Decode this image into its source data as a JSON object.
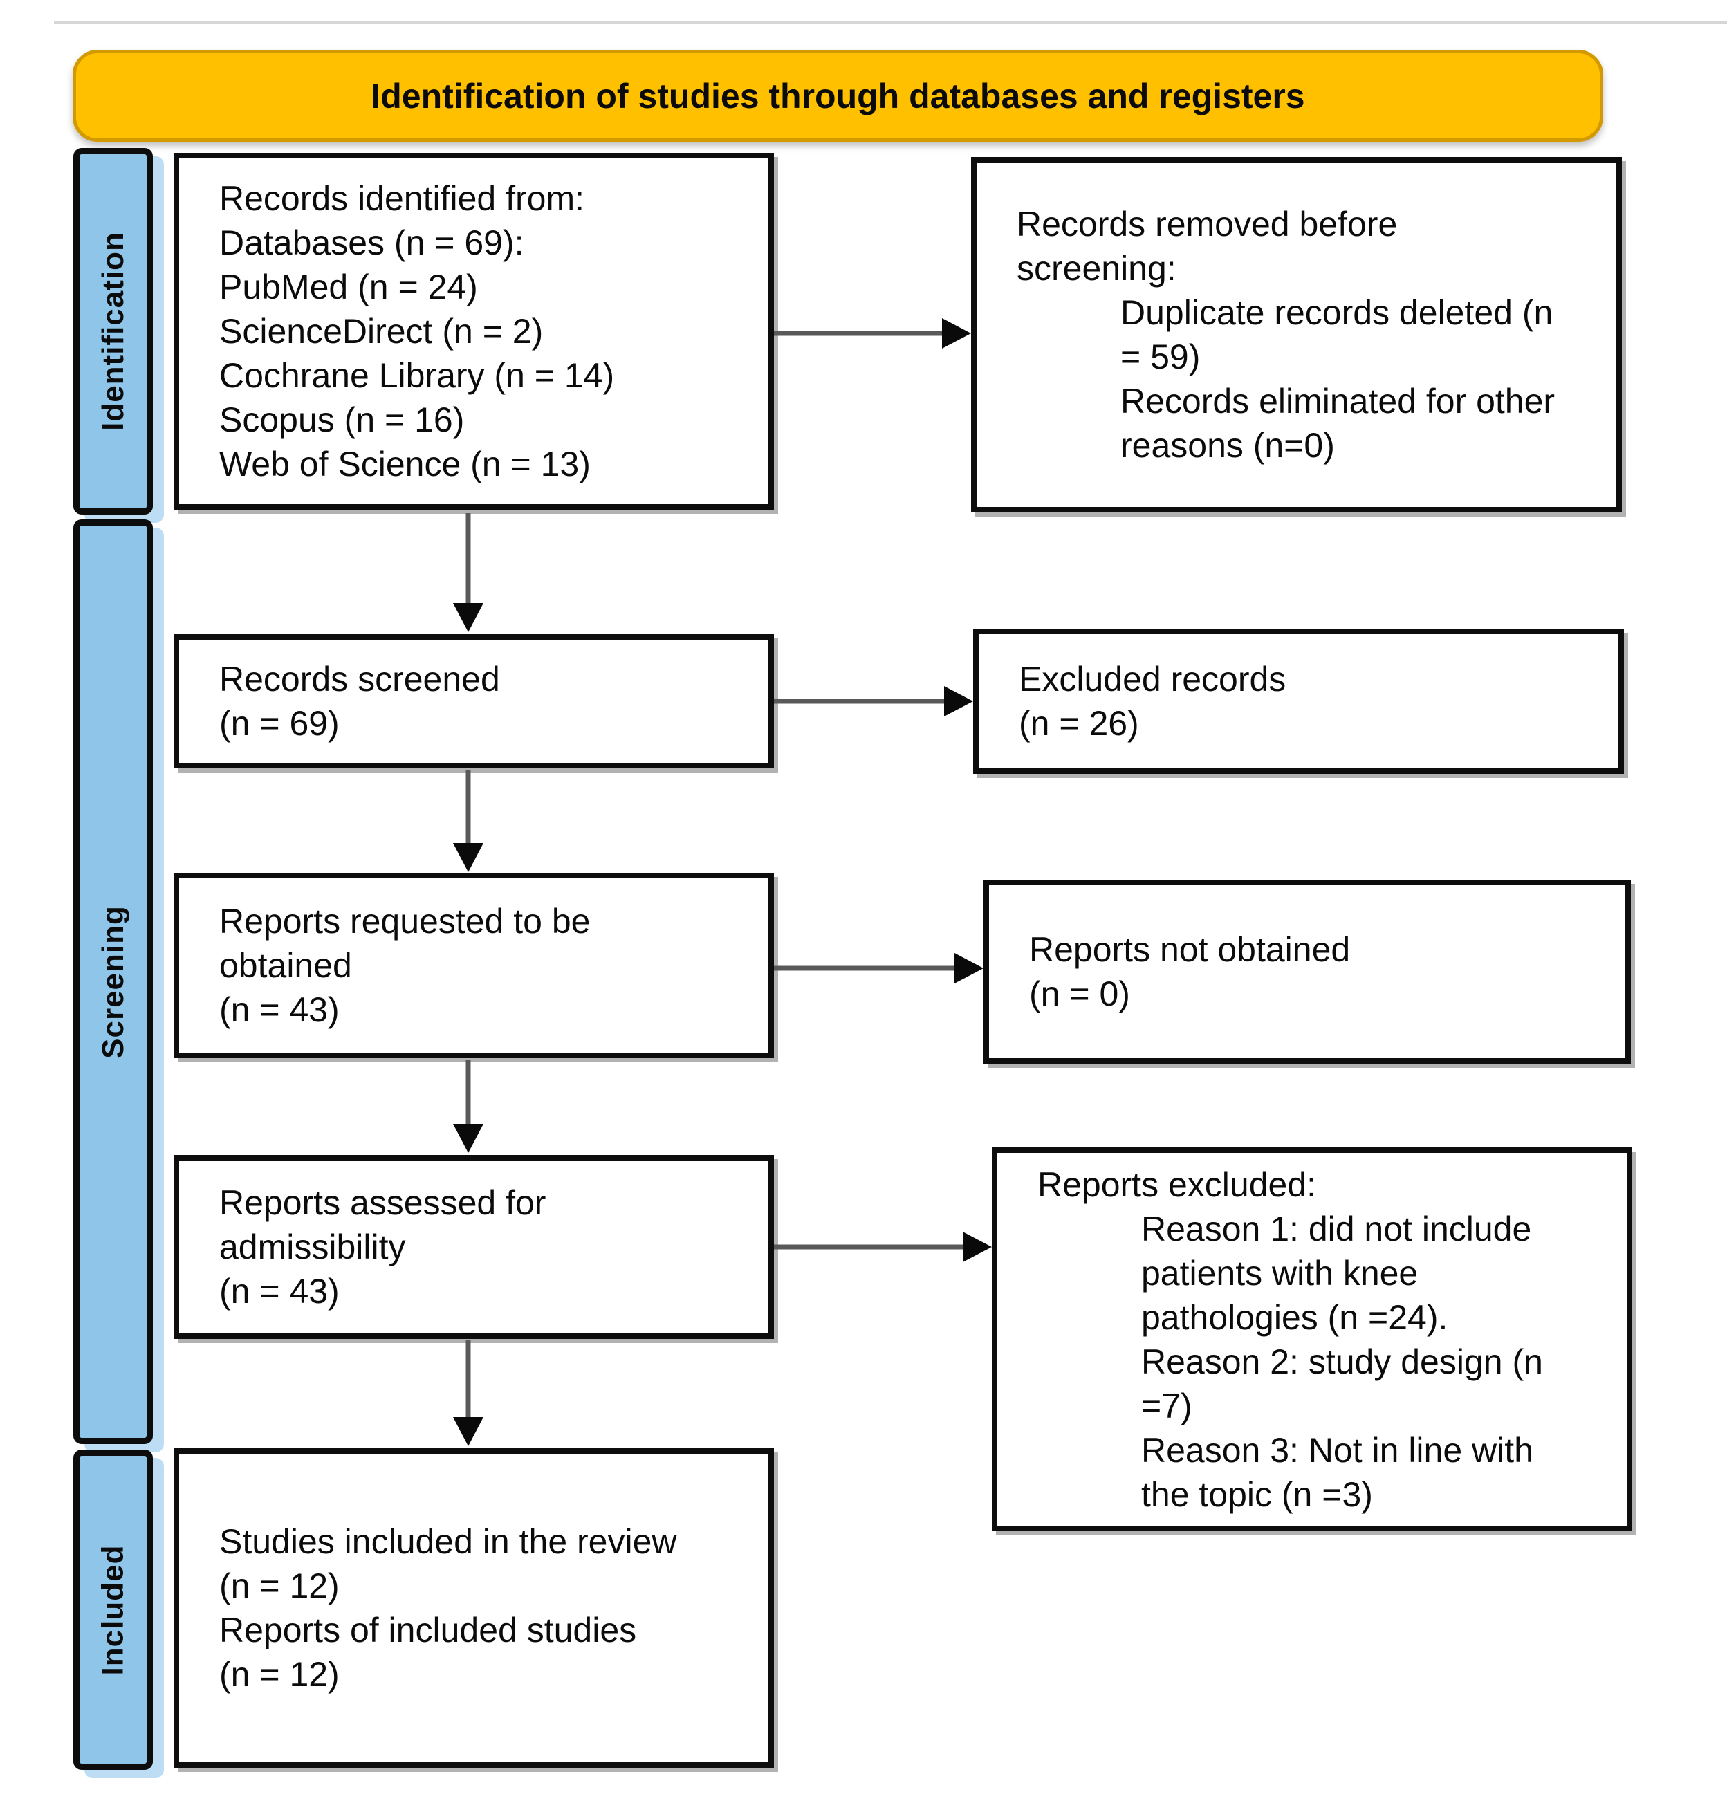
{
  "banner": {
    "title": "Identification of studies through databases and registers"
  },
  "sidebar": {
    "labels": [
      "Identification",
      "Screening",
      "Included"
    ]
  },
  "flow": {
    "identified": {
      "lines": [
        "Records identified from:",
        "Databases (n = 69):",
        "PubMed (n = 24)",
        "ScienceDirect (n = 2)",
        "Cochrane Library (n = 14)",
        "Scopus (n = 16)",
        "Web of Science (n = 13)"
      ]
    },
    "removed_before_screening": {
      "lines": [
        "Records removed before",
        "screening:",
        "Duplicate records deleted (n",
        "= 59)",
        "Records eliminated for other",
        "reasons (n=0)"
      ]
    },
    "screened": {
      "lines": [
        "Records screened",
        "(n = 69)"
      ]
    },
    "excluded_records": {
      "lines": [
        "Excluded records",
        "(n = 26)"
      ]
    },
    "reports_requested": {
      "lines": [
        "Reports requested to be",
        "obtained",
        "(n = 43)"
      ]
    },
    "reports_not_obtained": {
      "lines": [
        "Reports not obtained",
        "(n = 0)"
      ]
    },
    "reports_assessed": {
      "lines": [
        "Reports assessed for",
        "admissibility",
        "(n = 43)"
      ]
    },
    "reports_excluded": {
      "lines": [
        "Reports excluded:",
        "Reason 1: did not include",
        "patients with knee",
        "pathologies (n =24).",
        "Reason 2: study design (n",
        "=7)",
        "Reason 3: Not in line with",
        "the topic (n =3)"
      ]
    },
    "included_studies": {
      "lines": [
        "Studies included in the review",
        "(n = 12)",
        "Reports of included studies",
        "(n = 12)"
      ]
    }
  },
  "colors": {
    "banner_bg": "#FFC000",
    "banner_border": "#D29A00",
    "sidebar_bg": "#8EC5E9",
    "box_border": "#0d0d0d",
    "arrow_shaft": "#595959",
    "arrow_head": "#0a0a0a",
    "top_rule": "#D6D6D6"
  }
}
